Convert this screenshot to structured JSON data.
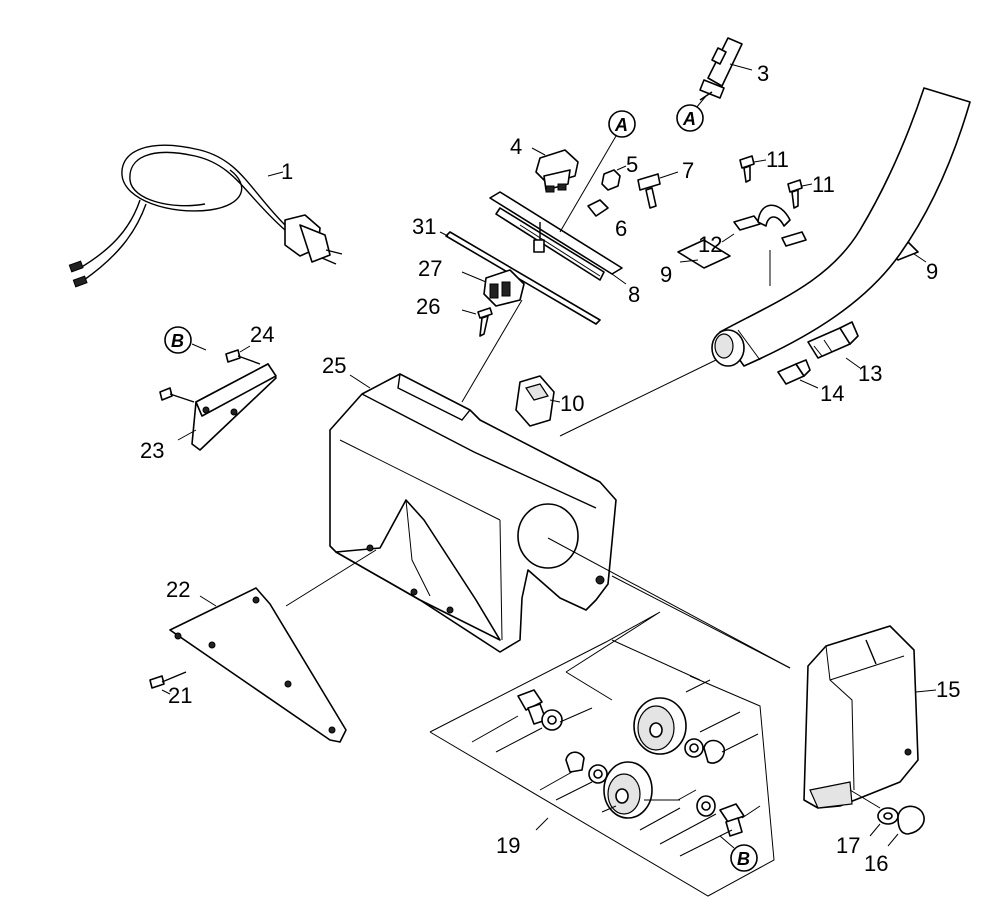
{
  "callouts": {
    "n1": "1",
    "n3": "3",
    "n4": "4",
    "n5": "5",
    "n6": "6",
    "n7": "7",
    "n8": "8",
    "n9a": "9",
    "n9b": "9",
    "n10": "10",
    "n11a": "11",
    "n11b": "11",
    "n12": "12",
    "n13": "13",
    "n14": "14",
    "n15": "15",
    "n16": "16",
    "n17": "17",
    "n19": "19",
    "n21": "21",
    "n22": "22",
    "n23": "23",
    "n24": "24",
    "n25": "25",
    "n26": "26",
    "n27": "27",
    "n31": "31"
  },
  "reference_markers": {
    "a_top": "A",
    "a_mid": "A",
    "b_left": "B",
    "b_bottom": "B"
  }
}
